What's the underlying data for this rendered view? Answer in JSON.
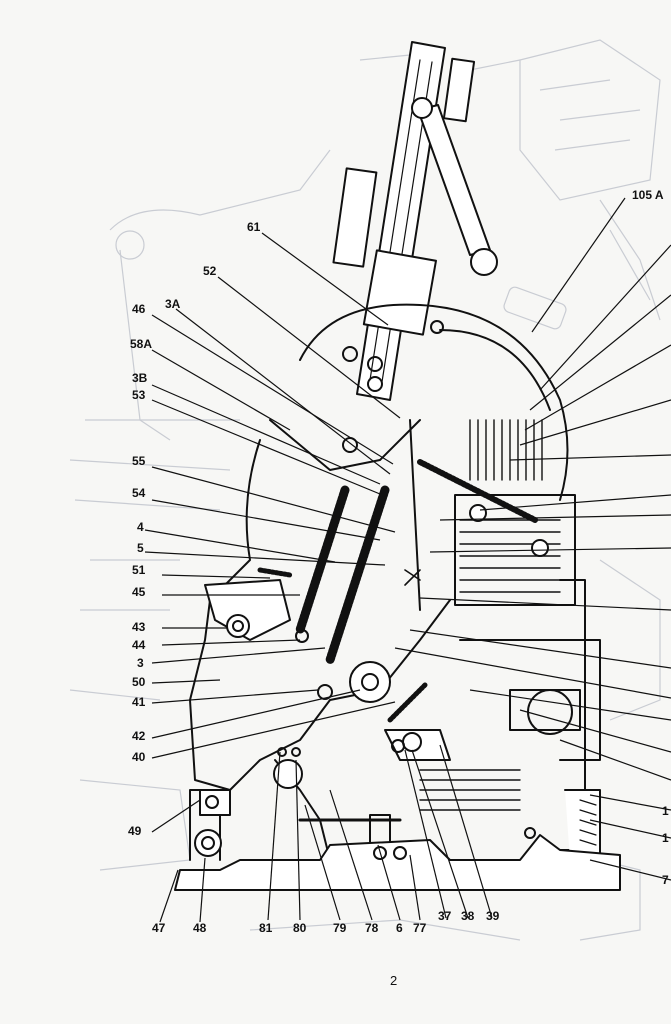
{
  "page_number": "2",
  "colors": {
    "ink": "#111111",
    "ghost": "#c9ccd3",
    "paper": "#f7f7f5"
  },
  "labels": {
    "l105a": "105 A",
    "l61": "61",
    "l52": "52",
    "l46": "46",
    "l3a": "3A",
    "l58a": "58A",
    "l3b": "3B",
    "l53": "53",
    "l55": "55",
    "l54": "54",
    "l4": "4",
    "l5": "5",
    "l51": "51",
    "l45": "45",
    "l43": "43",
    "l44": "44",
    "l3": "3",
    "l50": "50",
    "l41": "41",
    "l42": "42",
    "l40": "40",
    "l49": "49",
    "l47": "47",
    "l48": "48",
    "l81": "81",
    "l80": "80",
    "l79": "79",
    "l78": "78",
    "l6": "6",
    "l77": "77",
    "l37": "37",
    "l38": "38",
    "l39": "39",
    "r_1": "1",
    "r_2": "1",
    "r_3": "7"
  }
}
